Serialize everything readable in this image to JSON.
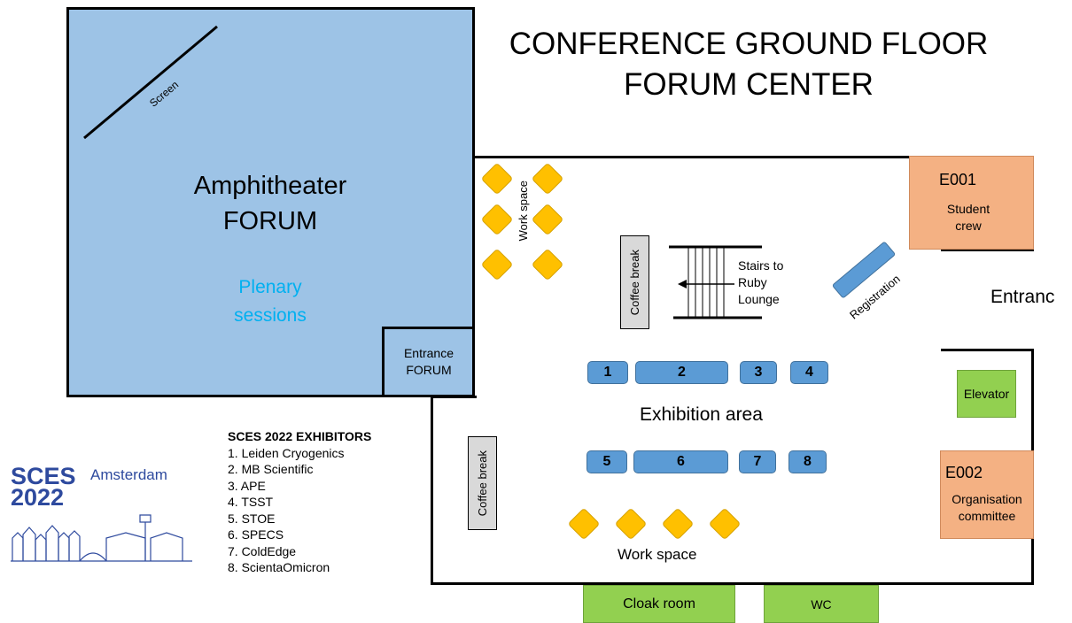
{
  "title": {
    "line1": "CONFERENCE GROUND FLOOR",
    "line2": "FORUM CENTER"
  },
  "amphitheater": {
    "name_line1": "Amphitheater",
    "name_line2": "FORUM",
    "screen_label": "Screen",
    "use_line1": "Plenary",
    "use_line2": "sessions",
    "entrance_line1": "Entrance",
    "entrance_line2": "FORUM"
  },
  "hall": {
    "coffee_break_top": "Coffee break",
    "coffee_break_bottom": "Coffee break",
    "stairs_line1": "Stairs to",
    "stairs_line2": "Ruby",
    "stairs_line3": "Lounge",
    "registration": "Registration",
    "entrance": "Entranc",
    "exhibition_area": "Exhibition area",
    "work_space_top": "Work space",
    "work_space_bottom": "Work space",
    "elevator": "Elevator",
    "cloak_room": "Cloak room",
    "wc": "WC"
  },
  "rooms": {
    "e001_code": "E001",
    "e001_line1": "Student",
    "e001_line2": "crew",
    "e002_code": "E002",
    "e002_line1": "Organisation",
    "e002_line2": "committee"
  },
  "booths": {
    "b1": "1",
    "b2": "2",
    "b3": "3",
    "b4": "4",
    "b5": "5",
    "b6": "6",
    "b7": "7",
    "b8": "8"
  },
  "exhibitors": {
    "heading": "SCES 2022 EXHIBITORS",
    "items": [
      "1. Leiden Cryogenics",
      "2. MB Scientific",
      "3. APE",
      "4. TSST",
      "5. STOE",
      "6. SPECS",
      "7. ColdEdge",
      "8. ScientaOmicron"
    ]
  },
  "logo": {
    "word1": "SCES",
    "word2": "Amsterdam",
    "year": "2022"
  },
  "colors": {
    "amphitheater": "#9dc3e6",
    "booth": "#5b9bd5",
    "workspace": "#ffc000",
    "room_orange": "#f4b183",
    "room_green": "#92d050",
    "plenary_text": "#00b0f0",
    "logo_blue": "#2e4a9e"
  }
}
